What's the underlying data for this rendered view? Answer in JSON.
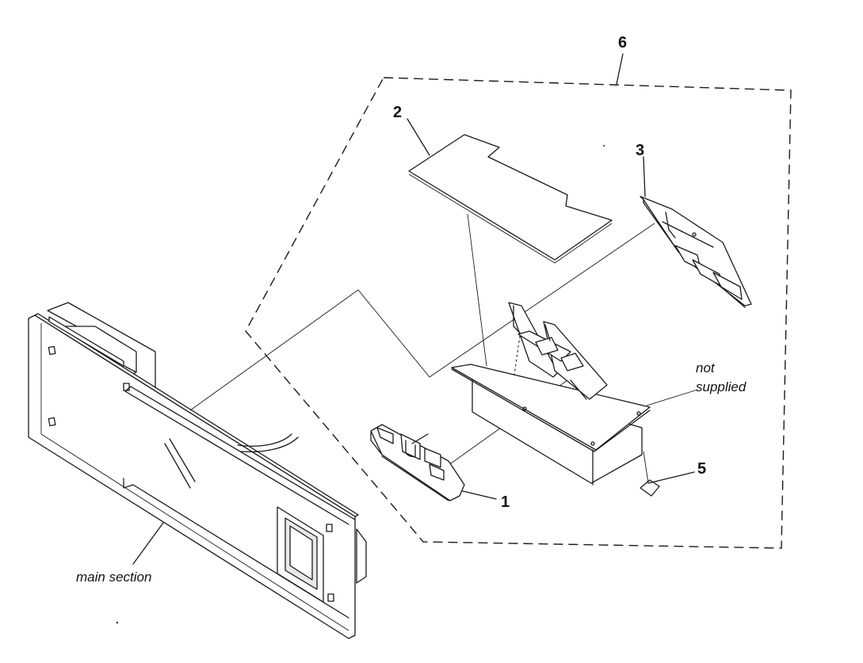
{
  "diagram": {
    "labels": {
      "part1": "1",
      "part2": "2",
      "part3": "3",
      "part5": "5",
      "part6": "6",
      "not": "not",
      "supplied": "supplied",
      "main_section": "main section"
    }
  }
}
